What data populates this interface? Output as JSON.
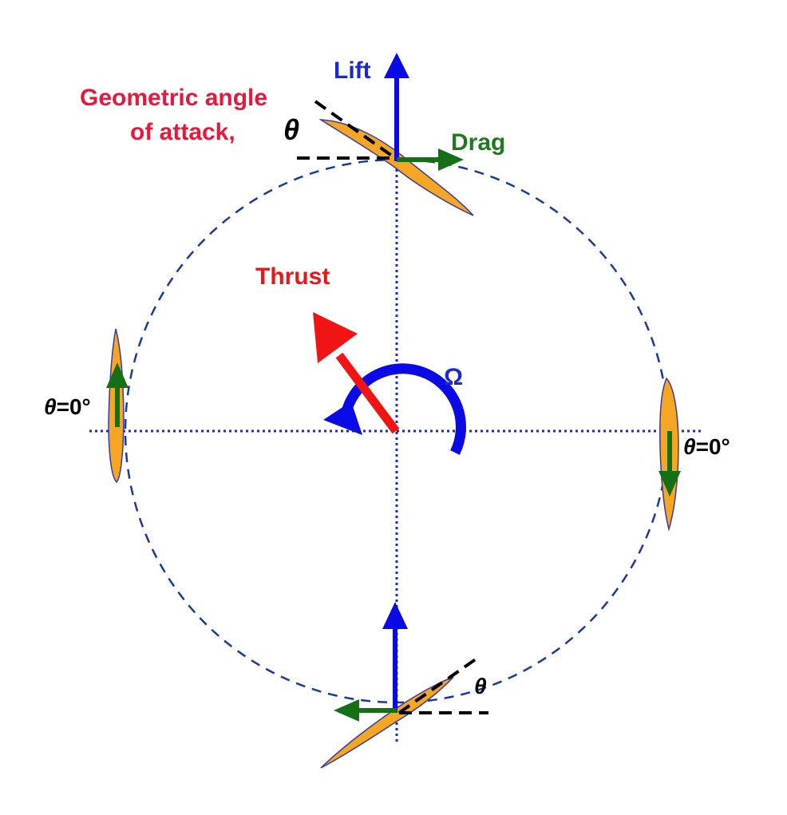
{
  "labels": {
    "lift": "Lift",
    "drag": "Drag",
    "thrust": "Thrust",
    "omega": "Ω",
    "aoa_line1": "Geometric angle",
    "aoa_line2": "of attack,",
    "aoa_theta": "θ",
    "left_theta_symbol": "θ",
    "left_theta_value": "=0°",
    "right_theta_symbol": "θ",
    "right_theta_value": "=0°",
    "bottom_theta": "θ"
  },
  "colors": {
    "lift_arrow": "#0a0ae6",
    "drag_arrow": "#157015",
    "thrust_arrow": "#f01414",
    "omega_arrow": "#0a0ae6",
    "orbit": "#1a3a9a",
    "axes": "#1a2ad0",
    "blade_fill": "#f5a623",
    "blade_stroke": "#3a3aa0",
    "aoa_label": "#e8183c",
    "thrust_label": "#e81818",
    "omega_label": "#1a2ad0",
    "drag_label": "#1f7a1f",
    "lift_label": "#1a2ad0",
    "theta_text": "#000000"
  }
}
